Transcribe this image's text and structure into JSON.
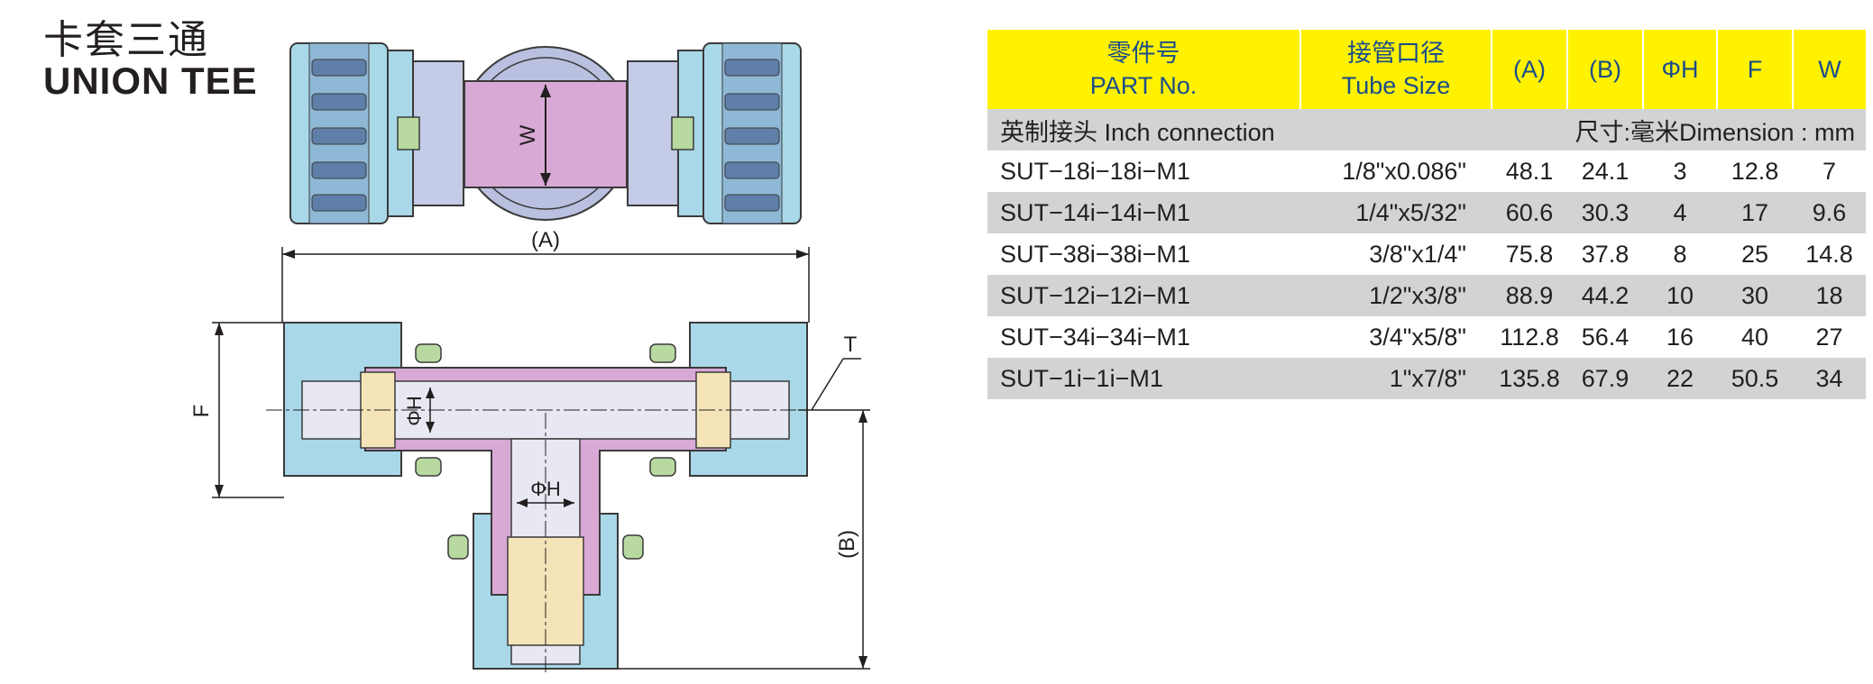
{
  "title": {
    "cn": "卡套三通",
    "en": "UNION TEE"
  },
  "drawing": {
    "dim_A": "(A)",
    "dim_B": "(B)",
    "dim_F": "F",
    "dim_W": "W",
    "dim_T": "T",
    "dim_H_vertical": "ΦH",
    "dim_H_horizontal": "ΦH"
  },
  "table": {
    "headers": {
      "part_cn": "零件号",
      "part_en": "PART No.",
      "tube_cn": "接管口径",
      "tube_en": "Tube Size",
      "a": "(A)",
      "b": "(B)",
      "h": "ΦH",
      "f": "F",
      "w": "W"
    },
    "unit_left": "英制接头 Inch connection",
    "unit_right": "尺寸:毫米Dimension : mm",
    "rows": [
      {
        "part": "SUT−18i−18i−M1",
        "size": "1/8\"x0.086\"",
        "a": "48.1",
        "b": "24.1",
        "h": "3",
        "f": "12.8",
        "w": "7"
      },
      {
        "part": "SUT−14i−14i−M1",
        "size": "1/4\"x5/32\"",
        "a": "60.6",
        "b": "30.3",
        "h": "4",
        "f": "17",
        "w": "9.6"
      },
      {
        "part": "SUT−38i−38i−M1",
        "size": "3/8\"x1/4\"",
        "a": "75.8",
        "b": "37.8",
        "h": "8",
        "f": "25",
        "w": "14.8"
      },
      {
        "part": "SUT−12i−12i−M1",
        "size": "1/2\"x3/8\"",
        "a": "88.9",
        "b": "44.2",
        "h": "10",
        "f": "30",
        "w": "18"
      },
      {
        "part": "SUT−34i−34i−M1",
        "size": "3/4\"x5/8\"",
        "a": "112.8",
        "b": "56.4",
        "h": "16",
        "f": "40",
        "w": "27"
      },
      {
        "part": "SUT−1i−1i−M1",
        "size": "1\"x7/8\"",
        "a": "135.8",
        "b": "67.9",
        "h": "22",
        "f": "50.5",
        "w": "34"
      }
    ]
  },
  "colors": {
    "body_blue": "#a9d8e8",
    "tube_pink": "#d9a9d6",
    "ring_green": "#b8d9a0",
    "ferrule_cream": "#f5e4b8",
    "header_yellow": "#fff200",
    "row_gray": "#d2d3d5"
  }
}
